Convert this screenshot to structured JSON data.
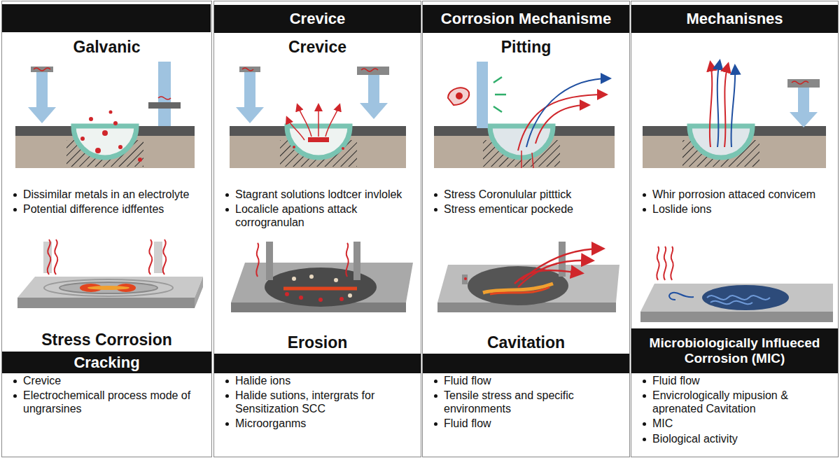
{
  "diagram": {
    "nodes": [
      {
        "text": [
          "Galvanic",
          "Dissimilar metals in an electrolyte",
          "Potential difference idffentes",
          "Crevice",
          "Electrochemicall process mode of ungrarsines"
        ]
      },
      {
        "text": [
          "Stress Corrosion",
          "Cracking"
        ],
        "in": 0
      },
      {
        "text": [
          "Crevice",
          "Stagrant solutions lodtcer invlolek",
          "Localicle apations attack corrogranulan",
          "Halide ions",
          "Halide sutions, intergrats for Sensitization SCC",
          "Microorganms"
        ]
      },
      {
        "text": [
          "Crevice"
        ],
        "in": 2
      },
      {
        "text": [
          "Erosion"
        ],
        "in": 2
      },
      {
        "text": [
          "Pitting",
          "Stress Coronulular pitttick",
          "Stress ementicar pockede",
          "Fluid flow",
          "Tensile stress and specific environments",
          "Fluid flow"
        ]
      },
      {
        "text": [
          "Corrosion Mechanisme"
        ],
        "in": 5
      },
      {
        "text": [
          "Cavitation"
        ],
        "in": 5
      },
      {
        "text": [
          "Whir porrosion attaced convicem",
          "Loslide ions",
          "Fluid flow",
          "Envicrologically mipusion & aprenated Cavitation",
          "MIC",
          "Biological activity"
        ]
      },
      {
        "text": [
          "Mechanisnes"
        ],
        "in": 8
      },
      {
        "text": [
          "Microbiologically Influeced Corrosion (MIC)"
        ],
        "in": 8
      }
    ]
  }
}
